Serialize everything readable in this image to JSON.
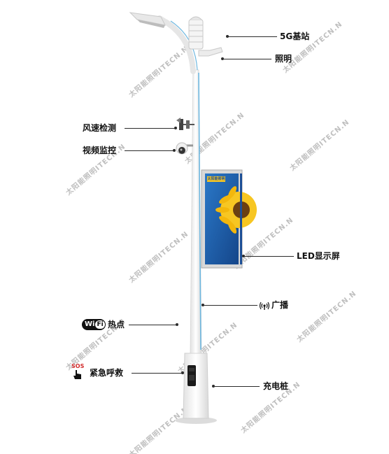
{
  "labels": {
    "base_station": "5G基站",
    "lighting": "照明",
    "wind_detection": "风速检测",
    "video_monitor": "视频监控",
    "led_screen": "LED显示屏",
    "broadcast": "广播",
    "wifi_hotspot": "热点",
    "emergency_call": "紧急呼救",
    "charging_pile": "充电桩"
  },
  "badges": {
    "wifi_word": "Wi",
    "wifi_suffix": "Fi",
    "sos": "SOS"
  },
  "screen_logo": "太阳能照明",
  "watermark": "太阳能照明ITECN.N",
  "colors": {
    "pole": "#f2f2f2",
    "pole_stripe": "#6fb8e0",
    "screen_bg": "#1e5fa8",
    "line": "#2b2b2b",
    "sos_red": "#d22b2b"
  }
}
